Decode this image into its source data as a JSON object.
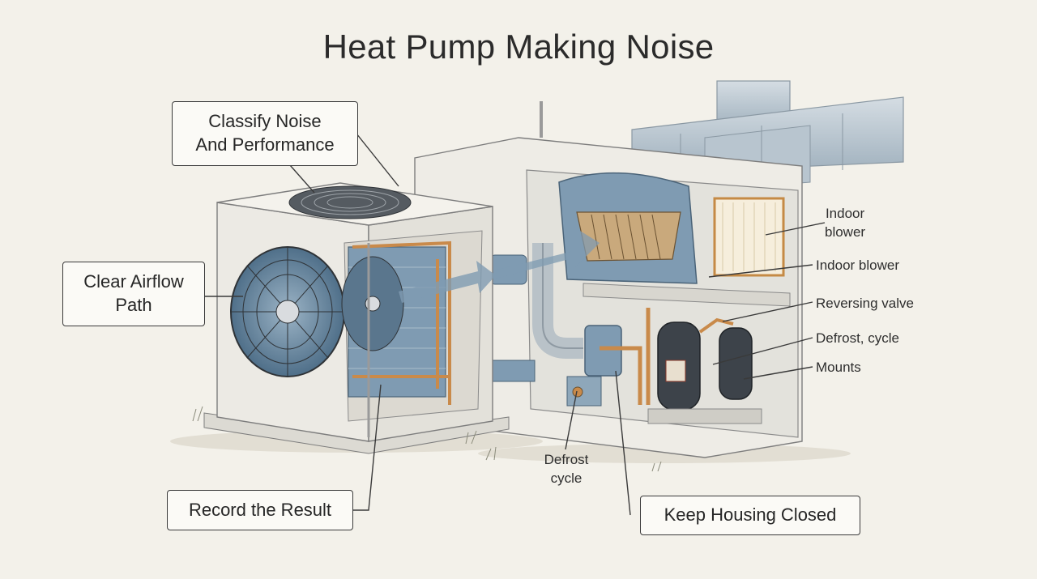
{
  "title": "Heat Pump Making Noise",
  "callout_boxes": {
    "classify": [
      "Classify Noise",
      "And Performance"
    ],
    "airflow": [
      "Clear Airflow",
      "Path"
    ],
    "record": "Record the Result",
    "housing": "Keep Housing Closed"
  },
  "labels": {
    "indoor_blower_top": [
      "Indoor",
      "blower"
    ],
    "indoor_blower": "Indoor blower",
    "reversing_valve": "Reversing valve",
    "defrost_cycle_right": "Defrost, cycle",
    "mounts": "Mounts",
    "defrost_cycle_bottom": [
      "Defrost",
      "cycle"
    ]
  },
  "colors": {
    "background": "#f3f1ea",
    "metal_blue": "#6f8fa8",
    "copper": "#c98a4a",
    "line": "#3a3a3a"
  }
}
